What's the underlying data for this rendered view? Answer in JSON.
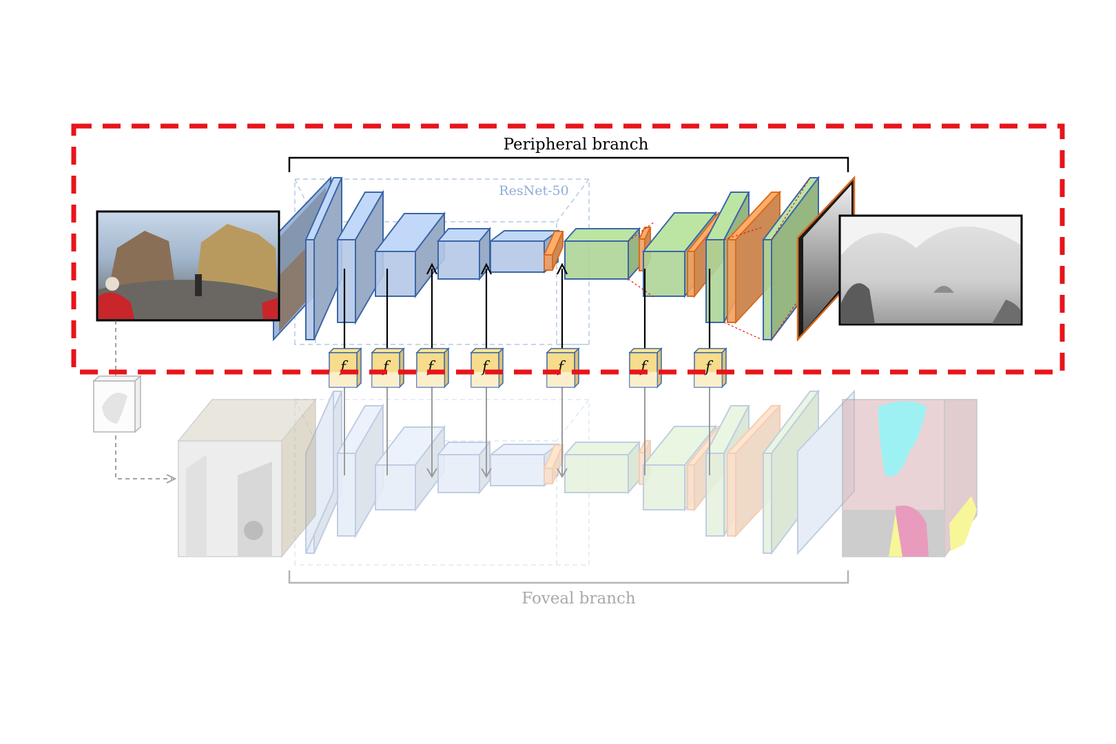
{
  "labels": {
    "peripheral_branch": "Peripheral branch",
    "backbone": "ResNet-50",
    "foveal_branch": "Foveal branch",
    "fusion_symbol": "f"
  },
  "fusion_blocks": {
    "count": 7
  },
  "colors": {
    "highlight_box": "#e8141b",
    "encoder_face": "#b4c8e6",
    "encoder_edge": "#3b66a8",
    "decoder_face": "#aed497",
    "decoder_edge": "#3b66a8",
    "upsample_face": "#f0a062",
    "upsample_edge": "#d96a1f",
    "fusion_face": "#f6dc8c",
    "backbone_label": "#8eadd6",
    "foveal_label": "#a9a9a9"
  },
  "icons": {
    "panorama_input": "equirectangular-image-icon",
    "depth_output": "depth-map-icon",
    "cubemap_input": "cubemap-image-icon",
    "segmentation_output": "segmentation-cube-icon",
    "projection": "projection-cube-icon"
  }
}
